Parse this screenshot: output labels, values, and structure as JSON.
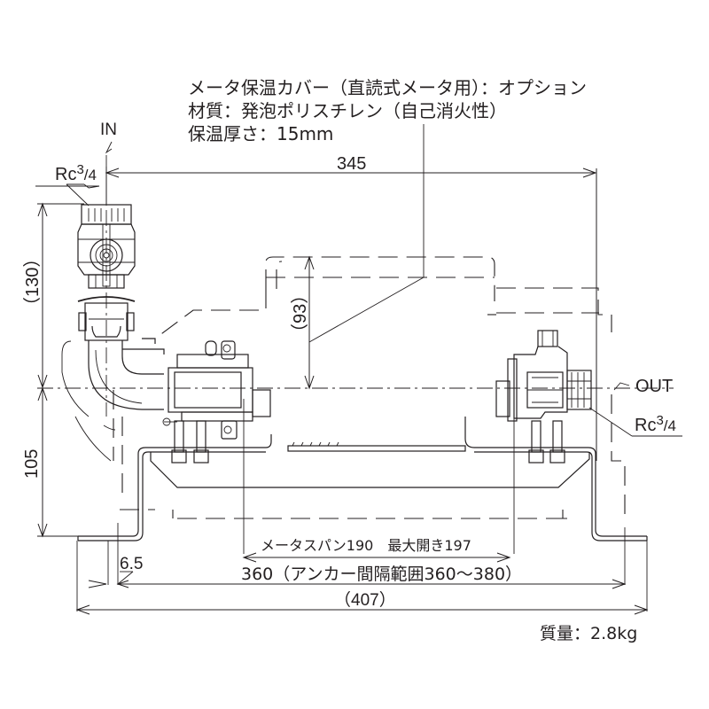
{
  "note": {
    "line1": "メータ保温カバー（直読式メータ用）：オプション",
    "line2": "材質：発泡ポリスチレン（自己消火性）",
    "line3": "保温厚さ：15mm"
  },
  "ports": {
    "inlet_label": "IN",
    "outlet_label": "OUT",
    "inlet_thread_prefix": "Rc",
    "inlet_thread_sup": "3",
    "inlet_thread_frac": "/4",
    "outlet_thread_prefix": "Rc",
    "outlet_thread_sup": "3",
    "outlet_thread_frac": "/4"
  },
  "dimensions": {
    "overall_pipe_width": "345",
    "upper_height": "（130）",
    "lower_height": "105",
    "cover_height": "（93）",
    "bracket_offset": "6.5",
    "meter_span": "メータスパン190　最大開き197",
    "anchor_spacing": "360（アンカー間隔範囲360〜380）",
    "overall_width": "（407）"
  },
  "weight": "質量：2.8kg",
  "colors": {
    "line": "#231f20",
    "background": "#ffffff"
  }
}
